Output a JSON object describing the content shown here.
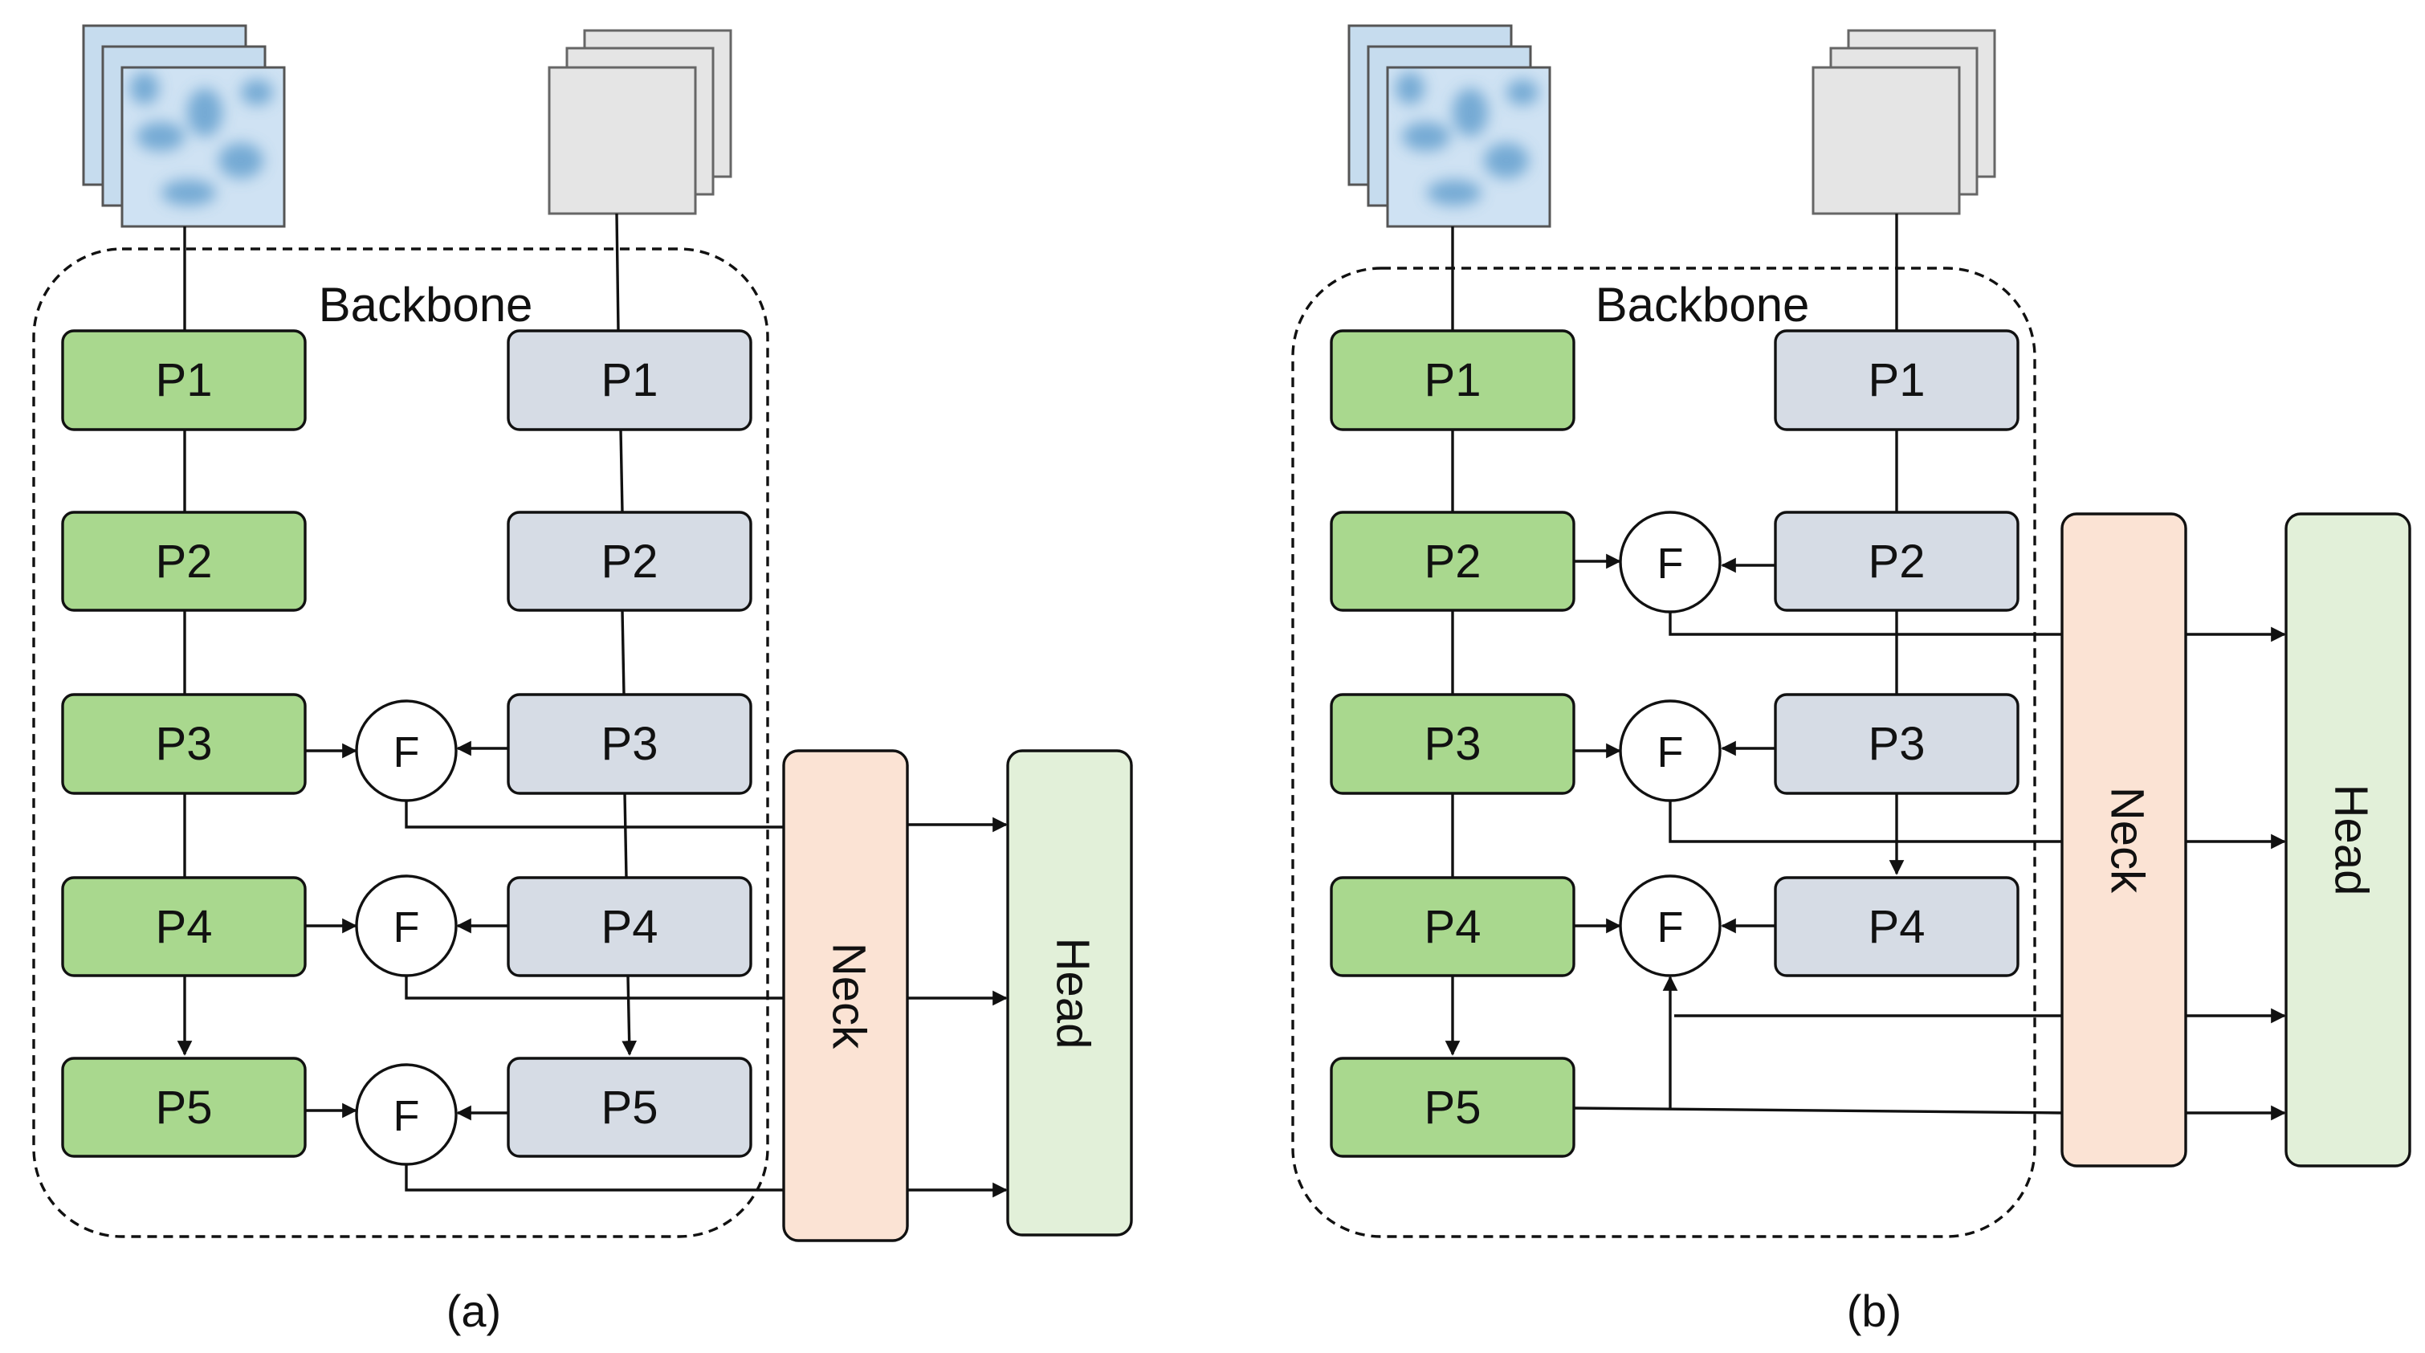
{
  "colors": {
    "green_block": "#a9d88e",
    "gray_block": "#d6dce5",
    "neck": "#fbe3d4",
    "head": "#e2f0d9",
    "stack_gray": "#e5e5e5",
    "stack_blue": "#c6dcee",
    "stroke": "#111111"
  },
  "icons": {
    "input_a": "heatmap-stack-icon",
    "input_b": "gray-image-stack-icon"
  },
  "panel_a": {
    "backbone_label": "Backbone",
    "green_blocks": [
      "P1",
      "P2",
      "P3",
      "P4",
      "P5"
    ],
    "gray_blocks": [
      "P1",
      "P2",
      "P3",
      "P4",
      "P5"
    ],
    "fusion_label": "F",
    "neck_label": "Neck",
    "head_label": "Head",
    "caption": "(a)"
  },
  "panel_b": {
    "backbone_label": "Backbone",
    "green_blocks": [
      "P1",
      "P2",
      "P3",
      "P4",
      "P5"
    ],
    "gray_blocks": [
      "P1",
      "P2",
      "P3",
      "P4"
    ],
    "fusion_label": "F",
    "neck_label": "Neck",
    "head_label": "Head",
    "caption": "(b)"
  }
}
